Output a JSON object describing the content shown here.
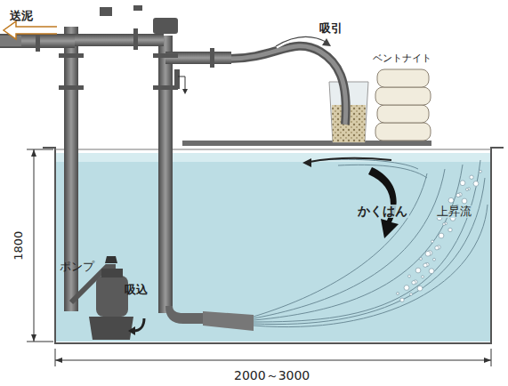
{
  "diagram": {
    "labels": [
      "送泥",
      "吸引",
      "ベントナイト",
      "かくはん",
      "上昇流",
      "ポンプ",
      "吸込",
      "1800",
      "2000～3000"
    ]
  }
}
